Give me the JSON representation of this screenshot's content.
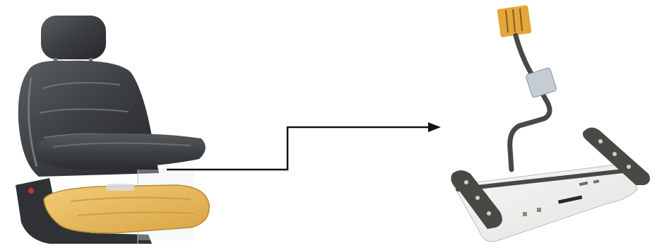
{
  "figure": {
    "left_image": {
      "subject": "car-seat-with-sensor-mat",
      "colors": {
        "upholstery": "#3c3f42",
        "seat_pan_foam": "#e6b658",
        "mat_outline": "#c9a04a"
      }
    },
    "connector": {
      "direction": "left-to-right",
      "color": "#111111"
    },
    "right_image": {
      "subject": "seat-occupancy-sensor-mat",
      "colors": {
        "sensor_film": "#eeeeec",
        "sensor_pad": "#4a4845",
        "connector_tab": "#e3a63a",
        "cable": "#4a4845",
        "housing": "#c6ccd3"
      }
    }
  }
}
